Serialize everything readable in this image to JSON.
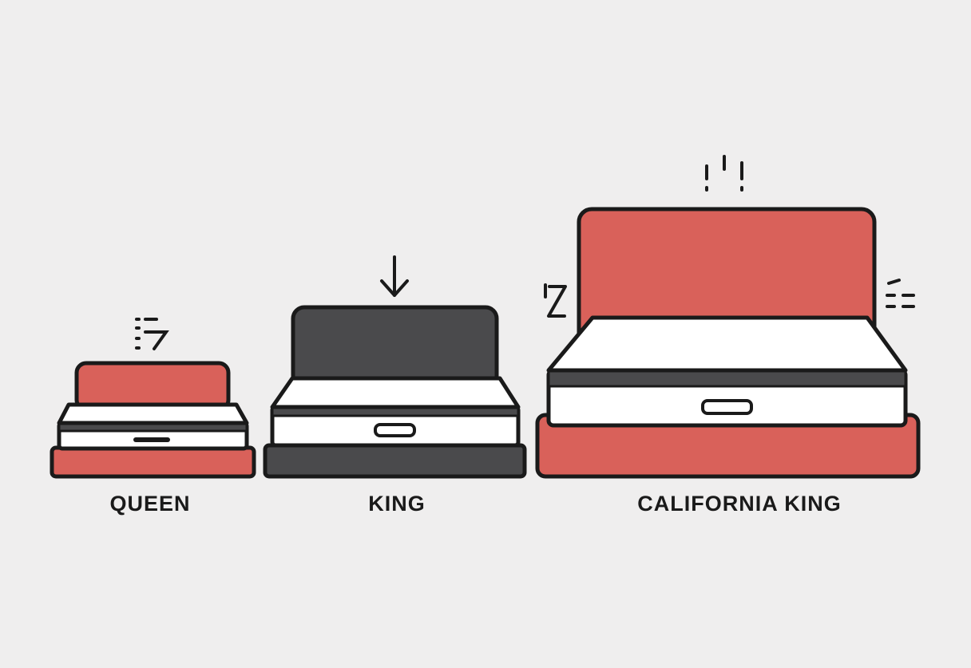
{
  "beds": [
    {
      "label": "QUEEN",
      "frame_color": "#d9615a"
    },
    {
      "label": "KING",
      "frame_color": "#4a4a4c"
    },
    {
      "label": "CALIFORNIA KING",
      "frame_color": "#d9615a"
    }
  ],
  "colors": {
    "background": "#efeeee",
    "outline": "#1a1a1a",
    "mattress": "#ffffff",
    "mattress_band": "#4a4a4c"
  },
  "icons": {
    "queen": "dotted-arrow-icon",
    "king": "down-arrow-icon",
    "california_king_top": "exclamation-marks-icon",
    "california_king_left": "z-symbol-icon",
    "california_king_right": "motion-lines-icon"
  }
}
